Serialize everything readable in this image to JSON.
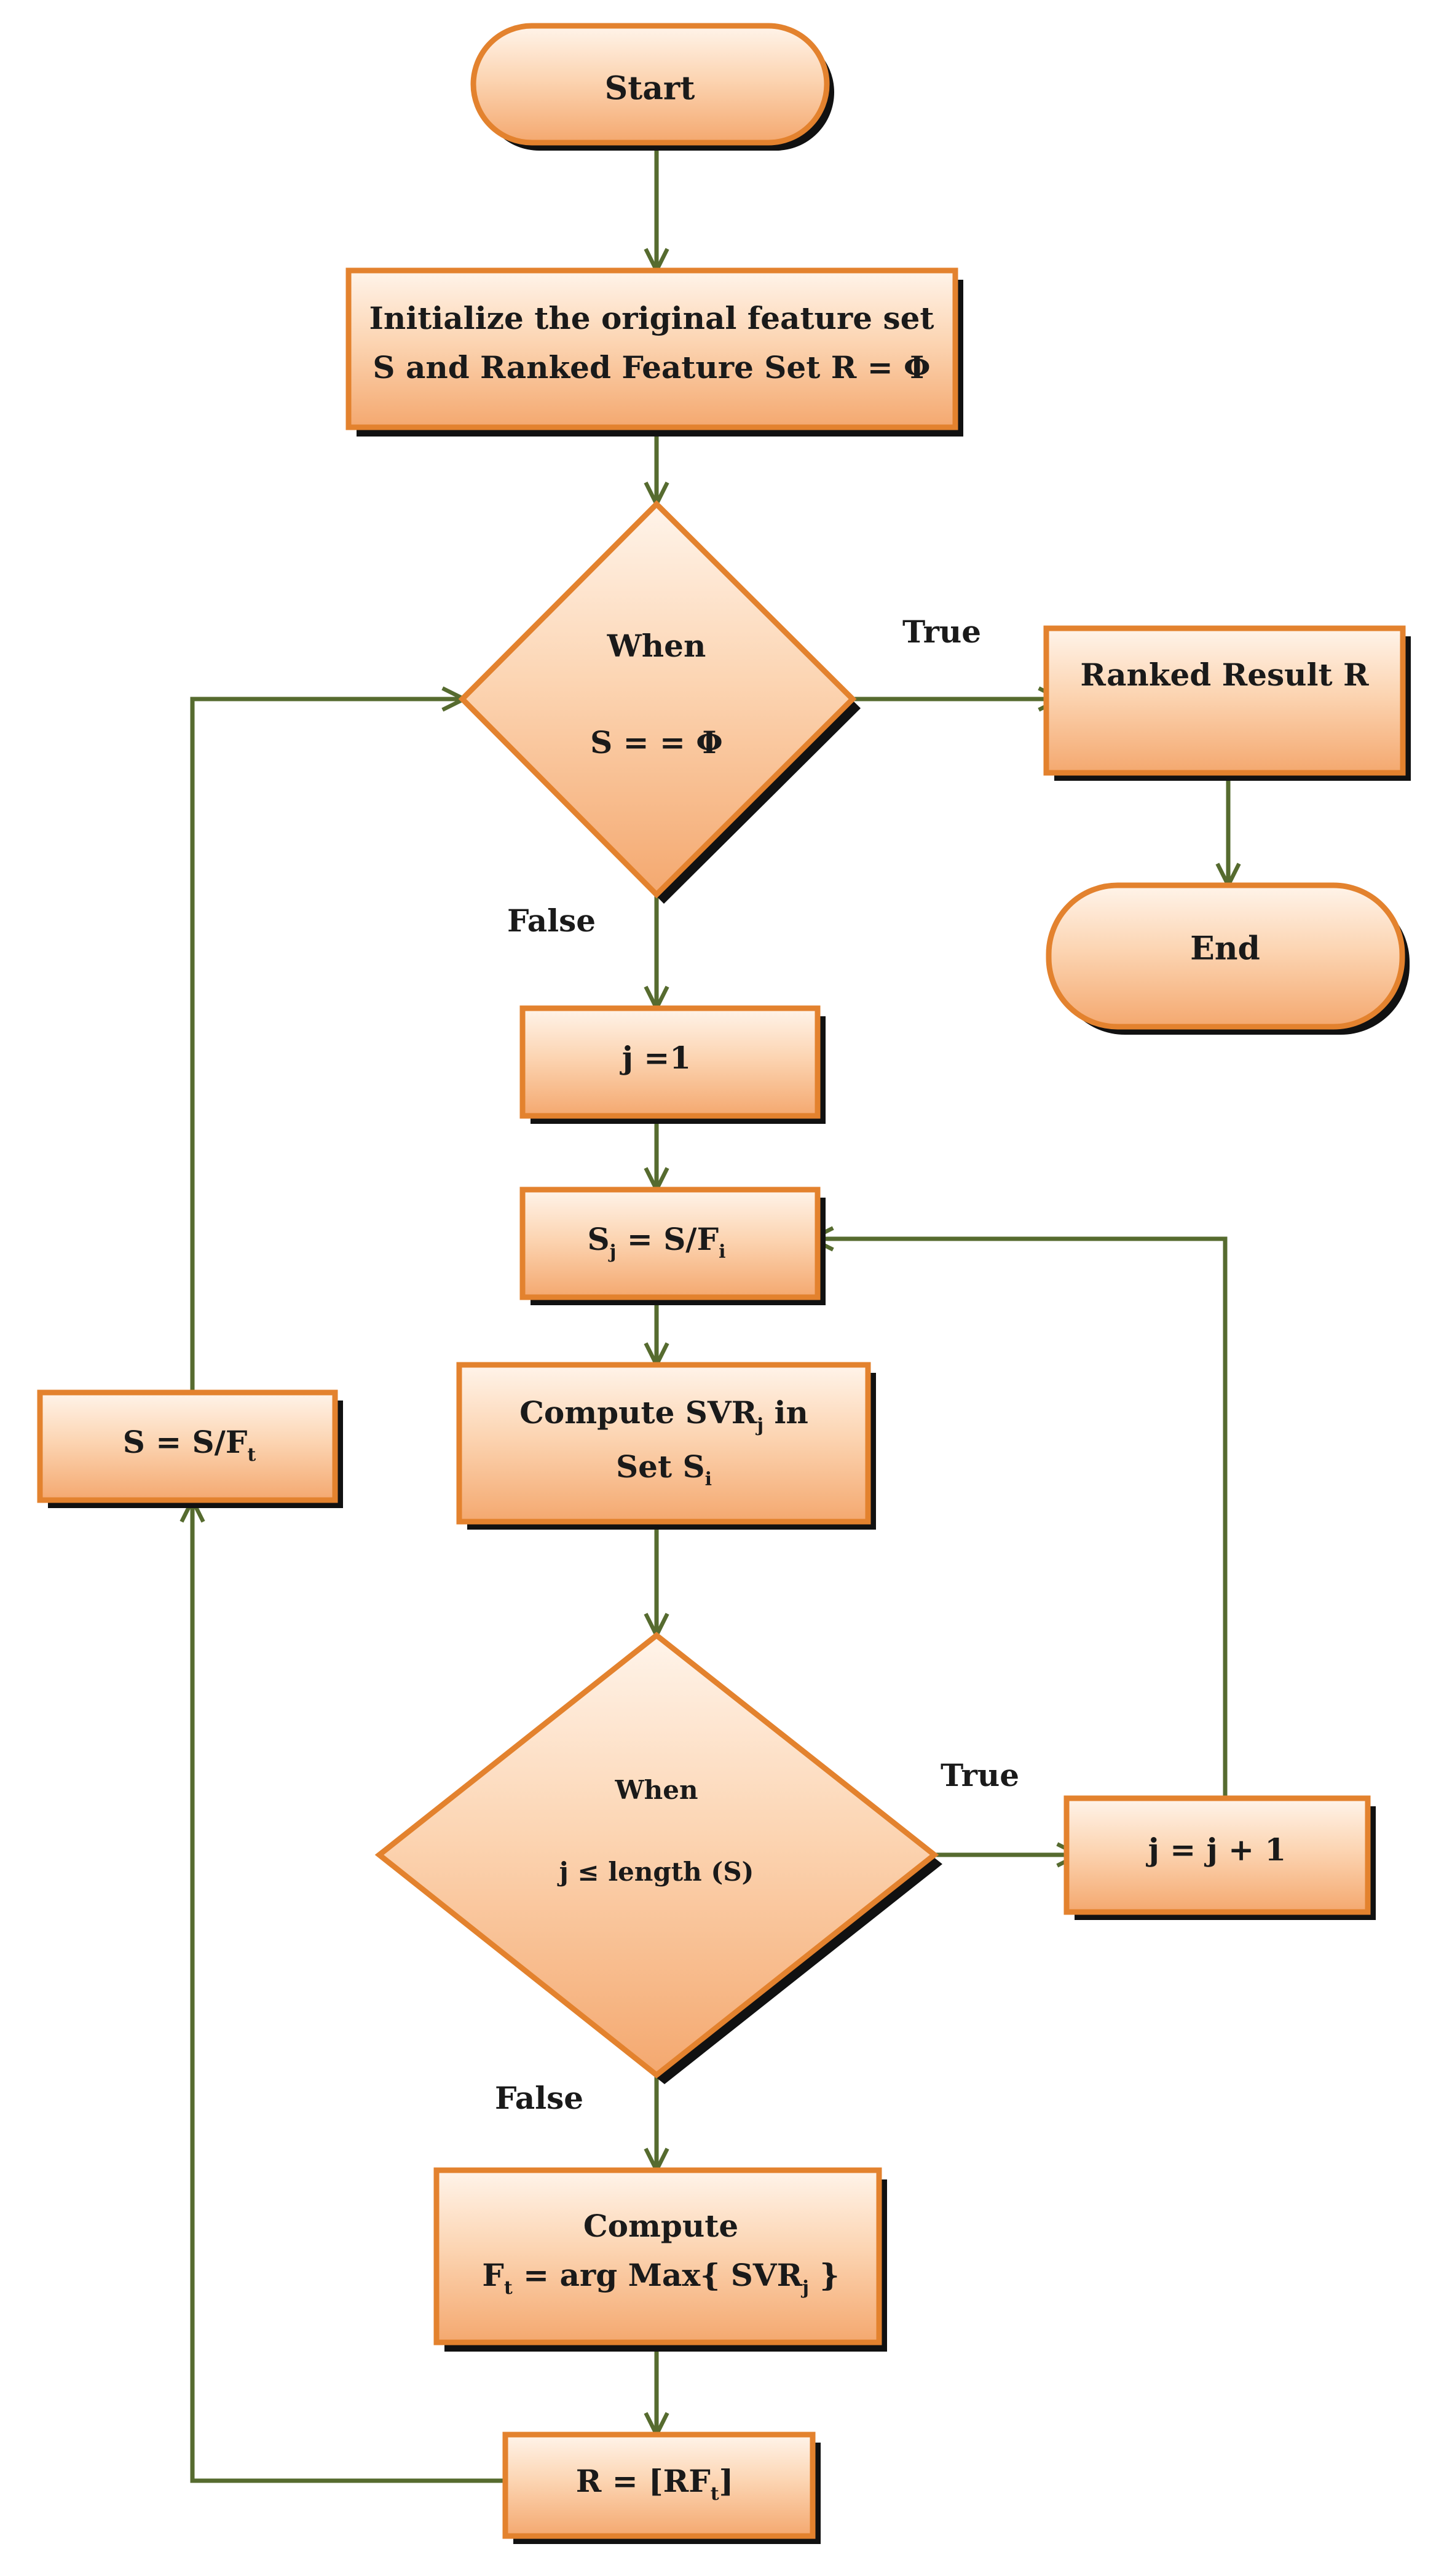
{
  "colors": {
    "fill_light": "#fff1e3",
    "fill_dark": "#f6b07c",
    "border": "#e3822e",
    "arrow": "#566b2f",
    "shadow": "#111111",
    "text": "#1a1a1a"
  },
  "nodes": {
    "start": {
      "text": "Start"
    },
    "init": {
      "line1": "Initialize the original feature set",
      "line2": "S and Ranked Feature Set R = Φ"
    },
    "cond1": {
      "line1": "When",
      "line2": "S = = Φ"
    },
    "ranked": {
      "text": "Ranked Result R"
    },
    "end": {
      "text": "End"
    },
    "j1": {
      "text": "j =1"
    },
    "sj": {
      "main1": "S",
      "sub1": "j",
      "main2": " = S/F",
      "sub2": "i"
    },
    "compute_svr": {
      "main1": "Compute SVR",
      "sub1": "j",
      "main2": " in",
      "line2_main": "Set S",
      "line2_sub": "i"
    },
    "cond2": {
      "line1": "When",
      "line2": "j ≤ length (S)"
    },
    "jinc": {
      "text": "j = j + 1"
    },
    "compute_ft": {
      "line1": "Compute",
      "main1": "F",
      "sub1": "t",
      "main2": " = arg Max{ SVR",
      "sub2": "j",
      "main3": " }"
    },
    "r": {
      "main1": "R = [RF",
      "sub1": "t",
      "main2": "]"
    },
    "s_update": {
      "main1": "S = S/F",
      "sub1": "t"
    }
  },
  "edge_labels": {
    "cond1_true": "True",
    "cond1_false": "False",
    "cond2_true": "True",
    "cond2_false": "False"
  }
}
